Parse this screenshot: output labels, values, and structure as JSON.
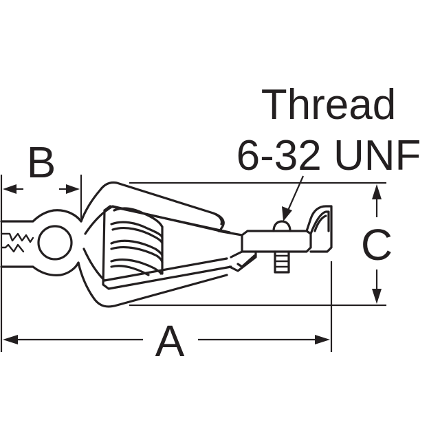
{
  "callout": {
    "line1": "Thread",
    "line2": "6-32 UNF"
  },
  "dimensions": {
    "a": "A",
    "b": "B",
    "c": "C"
  },
  "colors": {
    "ink": "#231f20",
    "background": "#ffffff"
  }
}
